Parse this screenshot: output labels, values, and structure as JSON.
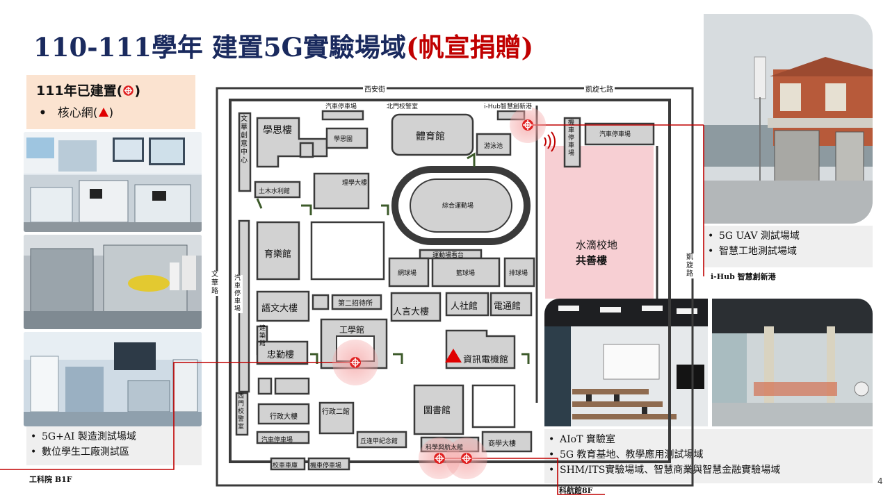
{
  "title": {
    "prefix": "110-111學年  建置5G實驗場域",
    "highlight": "(帆宣捐贈)"
  },
  "built_box": {
    "heading": "111年已建置(",
    "heading_close": ")",
    "item": "核心網(",
    "item_close": ")"
  },
  "captions": {
    "left": [
      "5G+AI 製造測試場域",
      "數位學生工廠測試區"
    ],
    "top_right": [
      "5G UAV 測試場域",
      "智慧工地測試場域"
    ],
    "bottom_right": [
      "AIoT 實驗室",
      "5G 教育基地、教學應用測試場域",
      "SHM/ITS實驗場域、智慧商業與智慧金融實驗場域"
    ]
  },
  "labels": {
    "ihub": "i-Hub 智慧創新港",
    "gongke": "工科院 B1F",
    "kehang": "科航館8F"
  },
  "page_number": "4",
  "map": {
    "roads": {
      "xian": "西安街",
      "kaixuan7": "凱旋七路",
      "kaixuan": "凱旋路",
      "wenhua": "文華路"
    },
    "buildings": {
      "parking_n": "汽車停車場",
      "north_gate": "北門校警室",
      "ihub": "i-Hub智慧創新港",
      "xuesi": "學思樓",
      "xuesi_garden": "學思園",
      "gym": "體育館",
      "pool": "游泳池",
      "moto_park": "機車停車場",
      "parking_ne": "汽車停車場",
      "wenchuang": "文華創意中心",
      "tumu": "土木水利館",
      "lixue": "理學大樓",
      "stadium": "綜合運動場",
      "shuidi": "水滴校地",
      "gongshan": "共善樓",
      "yule": "育樂館",
      "stands": "運動場看台",
      "tennis": "網球場",
      "basketball": "籃球場",
      "volley": "排球場",
      "parking_w": "汽車停車場",
      "yuwen": "語文大樓",
      "guest2": "第二招待所",
      "renyan": "人言大樓",
      "renshe": "人社館",
      "diantong": "電通館",
      "jiangong": "建築館",
      "engineering": "工學館",
      "zhongqin": "忠勤樓",
      "info": "資訊電機館",
      "west_gate": "西門校警室",
      "admin1": "行政大樓",
      "admin2": "行政二館",
      "library": "圖書館",
      "qiufeng": "丘逢甲紀念館",
      "parking_sw": "汽車停車場",
      "kehang": "科學與航太館",
      "commerce": "商學大樓",
      "bus_park": "校車車庫",
      "moto_park_s": "機車停車場"
    }
  }
}
